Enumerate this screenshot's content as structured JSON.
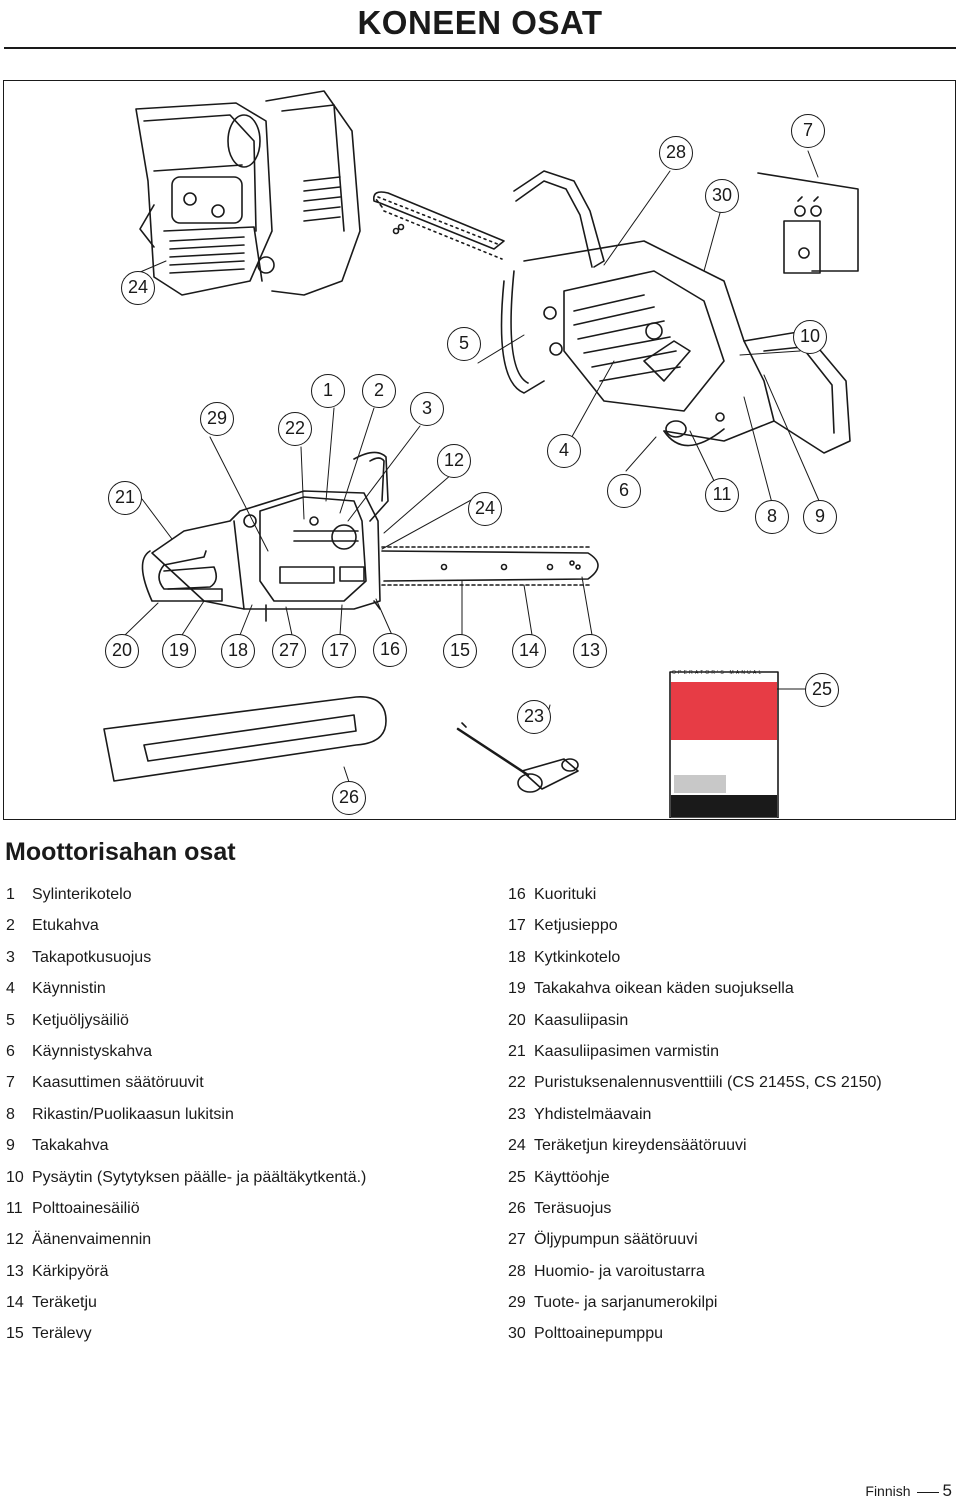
{
  "page_title": "KONEEN OSAT",
  "figure": {
    "callouts": [
      "24",
      "28",
      "30",
      "7",
      "5",
      "10",
      "29",
      "22",
      "1",
      "2",
      "3",
      "12",
      "4",
      "21",
      "24",
      "6",
      "11",
      "8",
      "9",
      "20",
      "19",
      "18",
      "27",
      "17",
      "16",
      "15",
      "14",
      "13",
      "25",
      "23",
      "26"
    ],
    "manual_caption": "OPERATOR'S MANUAL"
  },
  "section_heading": "Moottorisahan osat",
  "parts_left": [
    {
      "num": "1",
      "name": "Sylinterikotelo"
    },
    {
      "num": "2",
      "name": "Etukahva"
    },
    {
      "num": "3",
      "name": "Takapotkusuojus"
    },
    {
      "num": "4",
      "name": "Käynnistin"
    },
    {
      "num": "5",
      "name": "Ketjuöljysäiliö"
    },
    {
      "num": "6",
      "name": "Käynnistyskahva"
    },
    {
      "num": "7",
      "name": "Kaasuttimen säätöruuvit"
    },
    {
      "num": "8",
      "name": "Rikastin/Puolikaasun lukitsin"
    },
    {
      "num": "9",
      "name": "Takakahva"
    },
    {
      "num": "10",
      "name": "Pysäytin (Sytytyksen päälle- ja päältäkytkentä.)"
    },
    {
      "num": "11",
      "name": "Polttoainesäiliö"
    },
    {
      "num": "12",
      "name": "Äänenvaimennin"
    },
    {
      "num": "13",
      "name": "Kärkipyörä"
    },
    {
      "num": "14",
      "name": "Teräketju"
    },
    {
      "num": "15",
      "name": "Terälevy"
    }
  ],
  "parts_right": [
    {
      "num": "16",
      "name": "Kuorituki"
    },
    {
      "num": "17",
      "name": "Ketjusieppo"
    },
    {
      "num": "18",
      "name": "Kytkinkotelo"
    },
    {
      "num": "19",
      "name": "Takakahva oikean käden suojuksella"
    },
    {
      "num": "20",
      "name": "Kaasuliipasin"
    },
    {
      "num": "21",
      "name": "Kaasuliipasimen varmistin"
    },
    {
      "num": "22",
      "name": "Puristuksenalennusventtiili (CS 2145S, CS 2150)"
    },
    {
      "num": "23",
      "name": "Yhdistelmäavain"
    },
    {
      "num": "24",
      "name": "Teräketjun kireydensäätöruuvi"
    },
    {
      "num": "25",
      "name": "Käyttöohje"
    },
    {
      "num": "26",
      "name": "Teräsuojus"
    },
    {
      "num": "27",
      "name": "Öljypumpun säätöruuvi"
    },
    {
      "num": "28",
      "name": "Huomio- ja varoitustarra"
    },
    {
      "num": "29",
      "name": "Tuote- ja sarjanumerokilpi"
    },
    {
      "num": "30",
      "name": "Polttoainepumppu"
    }
  ],
  "footer": {
    "language": "Finnish",
    "page_number": "5"
  },
  "colors": {
    "manual_red": "#e73c45",
    "manual_black": "#1a1a1a",
    "manual_gray": "#c8c8c8",
    "ink": "#1a1a1a"
  }
}
